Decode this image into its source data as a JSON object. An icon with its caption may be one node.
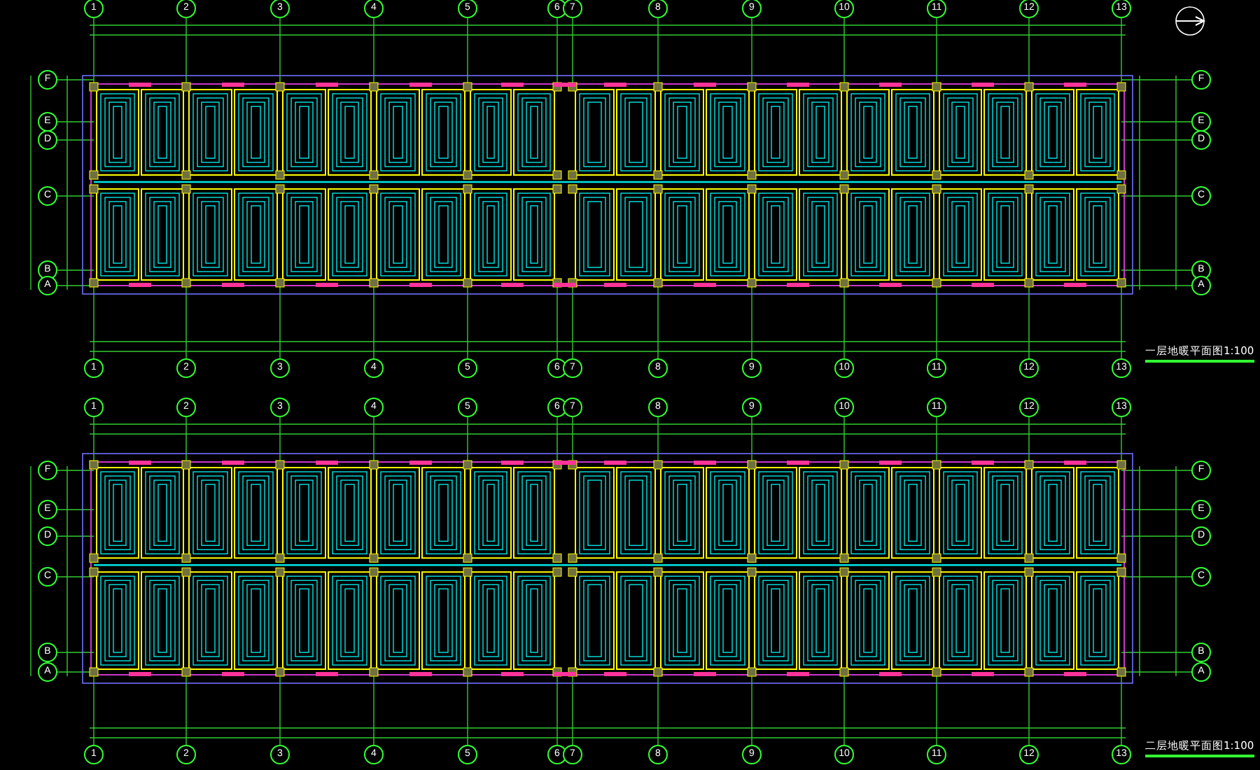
{
  "diagram": {
    "labels": [
      "1",
      "2",
      "3",
      "4",
      "5",
      "6",
      "7",
      "8",
      "9",
      "10",
      "11",
      "12",
      "13",
      "F",
      "F",
      "E",
      "E",
      "D",
      "D",
      "C",
      "C",
      "B",
      "B",
      "A",
      "A",
      "1",
      "2",
      "3",
      "4",
      "5",
      "6",
      "7",
      "8",
      "9",
      "10",
      "11",
      "12",
      "13",
      "一层地暖平面图1:100",
      "1",
      "2",
      "3",
      "4",
      "5",
      "6",
      "7",
      "8",
      "9",
      "10",
      "11",
      "12",
      "13",
      "F",
      "F",
      "E",
      "E",
      "D",
      "D",
      "C",
      "C",
      "B",
      "B",
      "A",
      "A",
      "1",
      "2",
      "3",
      "4",
      "5",
      "6",
      "7",
      "8",
      "9",
      "10",
      "11",
      "12",
      "13",
      "二层地暖平面图1:100"
    ]
  }
}
